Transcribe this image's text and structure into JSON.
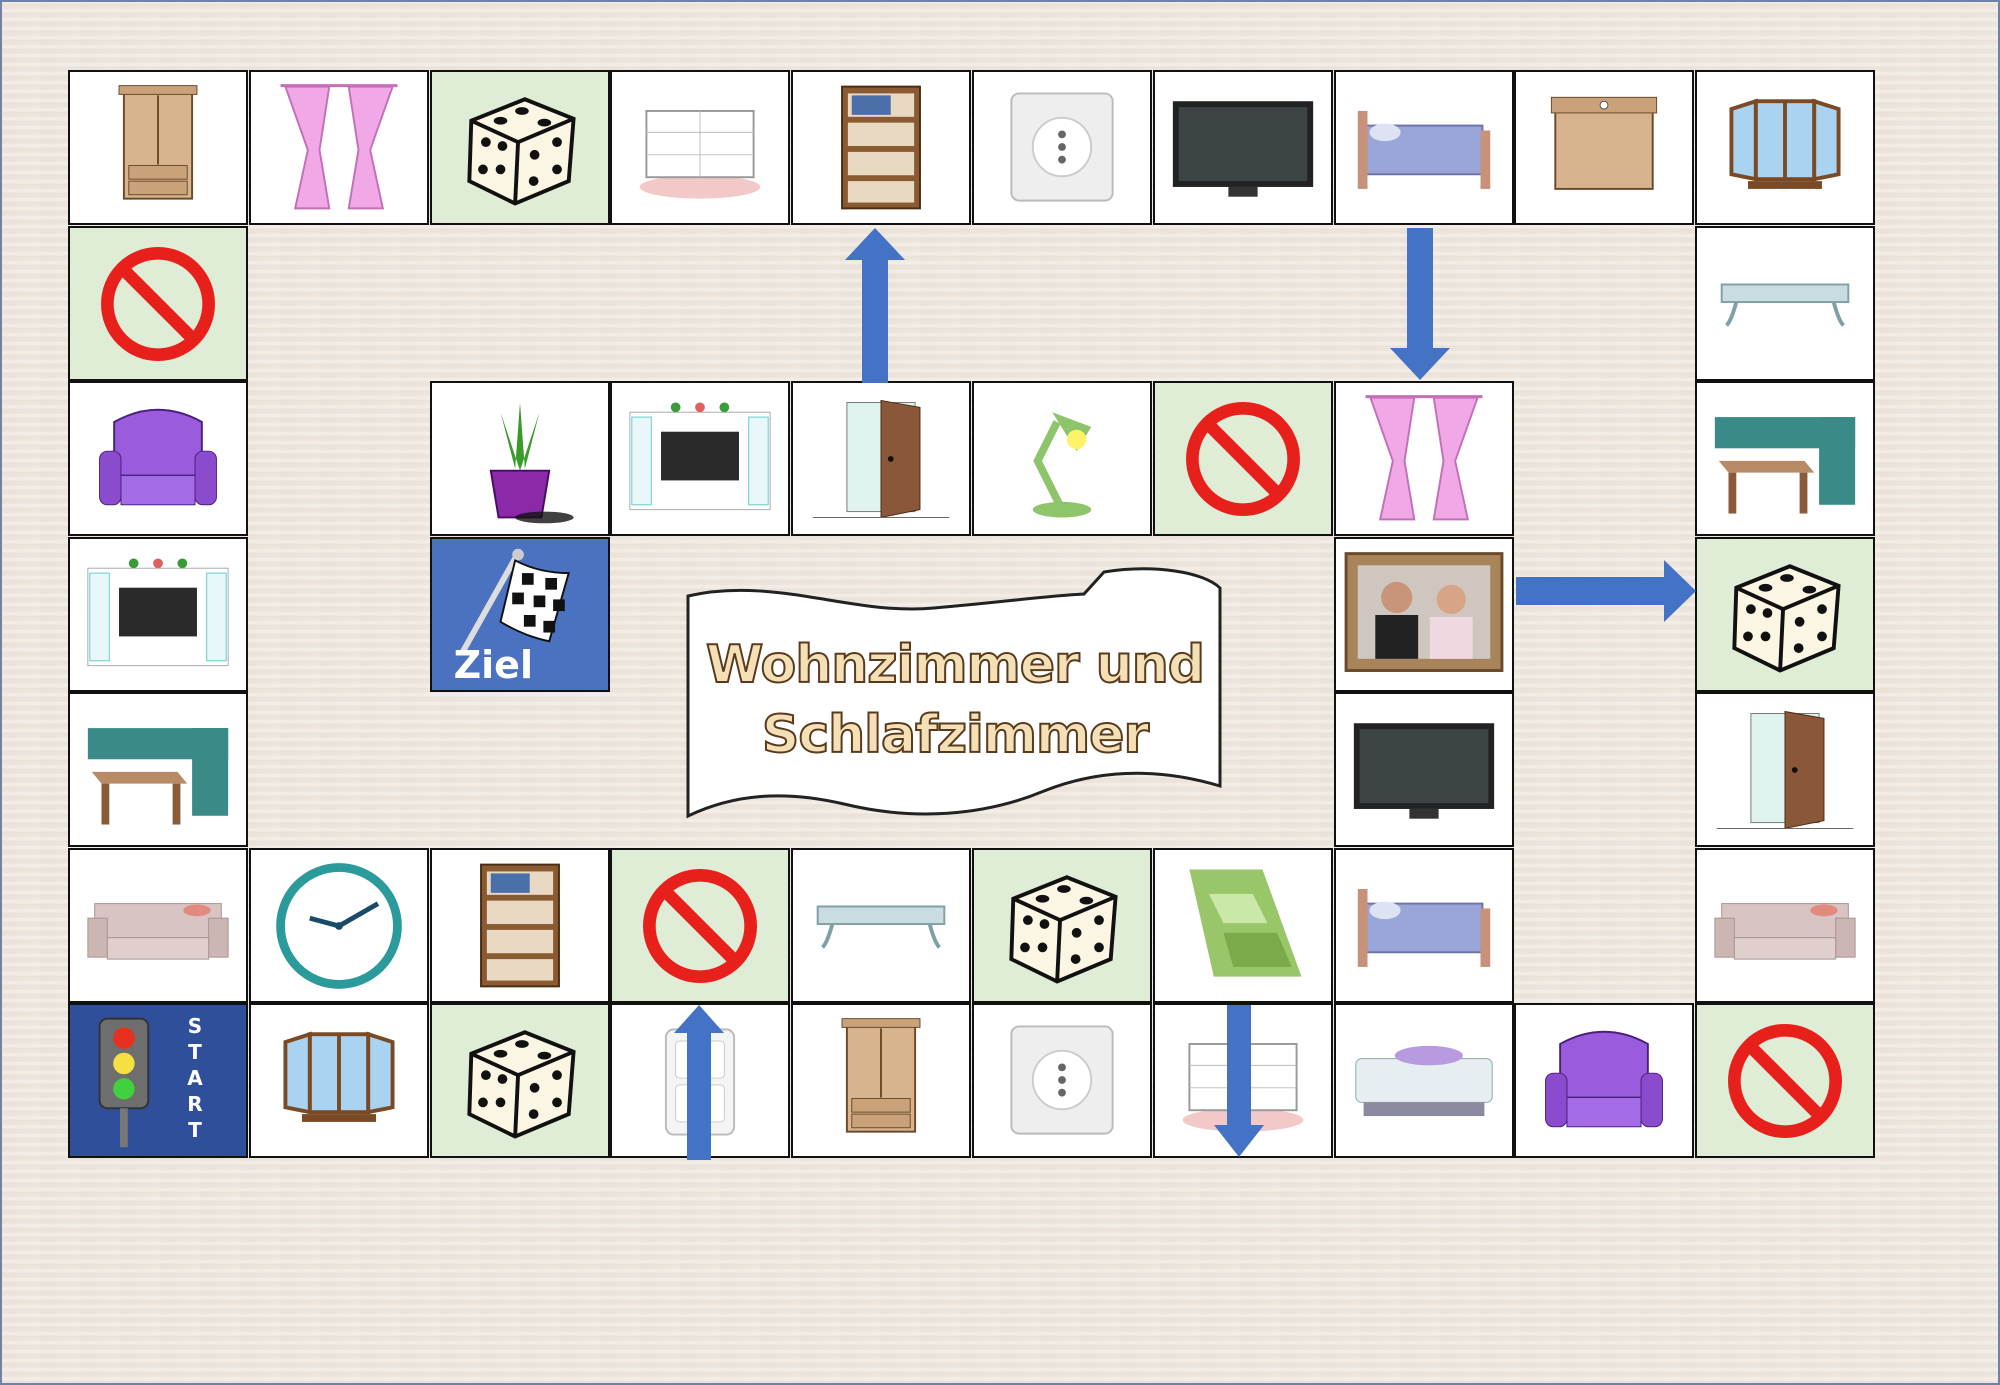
{
  "board": {
    "title_line1": "Wohnzimmer und",
    "title_line2": "Schlafzimmer",
    "start_label": "START",
    "start_letters": [
      "S",
      "T",
      "A",
      "R",
      "T"
    ],
    "goal_label": "Ziel",
    "colors": {
      "arrow": "#4472c4",
      "special_field": "#dfecd6",
      "start_field": "#2f4f9a",
      "goal_field": "#4a72c0",
      "stop_sign": "#e8201c"
    }
  },
  "fields": [
    {
      "icon": "traffic-light-icon",
      "type": "start"
    },
    {
      "icon": "window-icon"
    },
    {
      "icon": "dice-icon",
      "type": "special"
    },
    {
      "icon": "light-switch-icon"
    },
    {
      "icon": "wardrobe-icon"
    },
    {
      "icon": "power-socket-icon"
    },
    {
      "icon": "dresser-icon"
    },
    {
      "icon": "mattress-icon"
    },
    {
      "icon": "armchair-icon"
    },
    {
      "icon": "no-entry-icon",
      "type": "special"
    },
    {
      "icon": "sofa-icon"
    },
    {
      "icon": "door-icon"
    },
    {
      "icon": "dice-icon",
      "type": "special"
    },
    {
      "icon": "corner-bench-table-icon"
    },
    {
      "icon": "coffee-table-icon"
    },
    {
      "icon": "window-icon"
    },
    {
      "icon": "drawer-icon"
    },
    {
      "icon": "bed-icon"
    },
    {
      "icon": "tv-icon"
    },
    {
      "icon": "power-socket-icon"
    },
    {
      "icon": "bookshelf-icon"
    },
    {
      "icon": "dresser-icon"
    },
    {
      "icon": "dice-icon",
      "type": "special"
    },
    {
      "icon": "curtains-icon"
    },
    {
      "icon": "wardrobe-icon"
    },
    {
      "icon": "no-entry-icon",
      "type": "special"
    },
    {
      "icon": "armchair-icon"
    },
    {
      "icon": "tv-cabinet-icon"
    },
    {
      "icon": "corner-bench-table-icon"
    },
    {
      "icon": "sofa-icon"
    },
    {
      "icon": "clock-icon"
    },
    {
      "icon": "bookshelf-icon"
    },
    {
      "icon": "no-entry-icon",
      "type": "special"
    },
    {
      "icon": "coffee-table-icon"
    },
    {
      "icon": "dice-icon",
      "type": "special"
    },
    {
      "icon": "rug-icon"
    },
    {
      "icon": "bed-icon"
    },
    {
      "icon": "tv-icon"
    },
    {
      "icon": "photo-frame-icon"
    },
    {
      "icon": "ceiling-lamp-icon"
    },
    {
      "icon": "curtains-icon"
    },
    {
      "icon": "no-entry-icon",
      "type": "special"
    },
    {
      "icon": "desk-lamp-icon"
    },
    {
      "icon": "door-icon"
    },
    {
      "icon": "tv-cabinet-icon"
    },
    {
      "icon": "potted-plant-icon"
    },
    {
      "icon": "finish-flag-icon",
      "type": "goal"
    }
  ]
}
